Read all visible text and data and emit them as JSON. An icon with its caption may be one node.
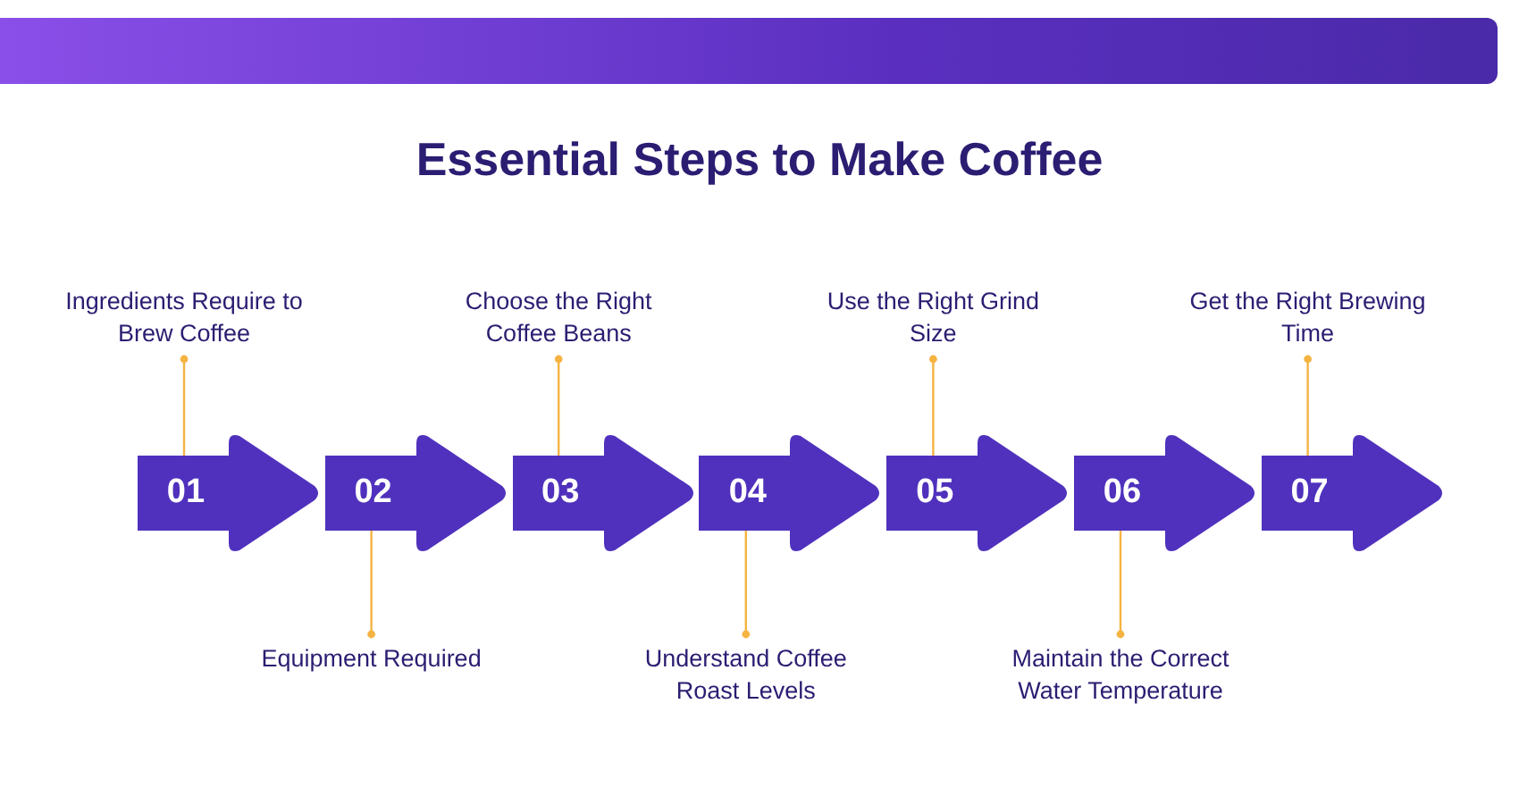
{
  "diagram": {
    "title": "Essential Steps to Make Coffee",
    "nodes": [
      {
        "text": [
          "01"
        ]
      },
      {
        "text": [
          "02"
        ]
      },
      {
        "text": [
          "03"
        ]
      },
      {
        "text": [
          "04"
        ]
      },
      {
        "text": [
          "05"
        ]
      },
      {
        "text": [
          "06"
        ]
      },
      {
        "text": [
          "07"
        ]
      },
      {
        "text": [
          "Ingredients Require to Brew Coffee"
        ]
      },
      {
        "text": [
          "Equipment Required"
        ]
      },
      {
        "text": [
          "Choose the Right Coffee Beans"
        ]
      },
      {
        "text": [
          "Understand Coffee Roast Levels"
        ]
      },
      {
        "text": [
          "Use the Right Grind Size"
        ]
      },
      {
        "text": [
          "Maintain the Correct Water Temperature"
        ]
      },
      {
        "text": [
          "Get the Right Brewing Time"
        ]
      }
    ],
    "edges": [
      {
        "from": 7,
        "to": 0,
        "arrow": "other"
      },
      {
        "from": 8,
        "to": 1,
        "arrow": "other"
      },
      {
        "from": 9,
        "to": 2,
        "arrow": "other"
      },
      {
        "from": 10,
        "to": 3,
        "arrow": "other"
      },
      {
        "from": 11,
        "to": 4,
        "arrow": "other"
      },
      {
        "from": 12,
        "to": 5,
        "arrow": "other"
      },
      {
        "from": 13,
        "to": 6,
        "arrow": "other"
      }
    ]
  }
}
